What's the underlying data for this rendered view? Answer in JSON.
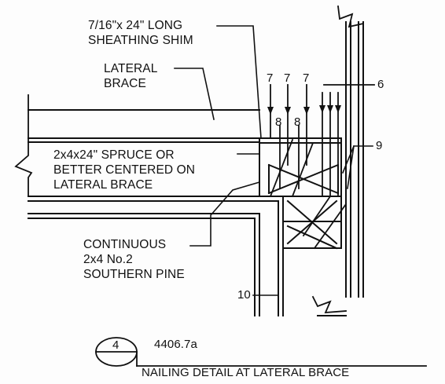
{
  "labels": {
    "sheathing_line1": "7/16\"x 24\" LONG",
    "sheathing_line2": "SHEATHING SHIM",
    "lateral_line1": "LATERAL",
    "lateral_line2": "BRACE",
    "spruce_line1": "2x4x24\" SPRUCE OR",
    "spruce_line2": "BETTER CENTERED ON",
    "spruce_line3": "LATERAL BRACE",
    "pine_line1": "CONTINUOUS",
    "pine_line2": "2x4 No.2",
    "pine_line3": "SOUTHERN PINE"
  },
  "callouts": {
    "n7a": "7",
    "n7b": "7",
    "n7c": "7",
    "n8a": "8",
    "n8b": "8",
    "n6": "6",
    "n9": "9",
    "n10": "10"
  },
  "title": {
    "detail_number": "4",
    "reference": "4406.7a",
    "name": "NAILING DETAIL AT LATERAL BRACE"
  },
  "colors": {
    "ink": "#111111",
    "paper": "#fdfdfd"
  }
}
